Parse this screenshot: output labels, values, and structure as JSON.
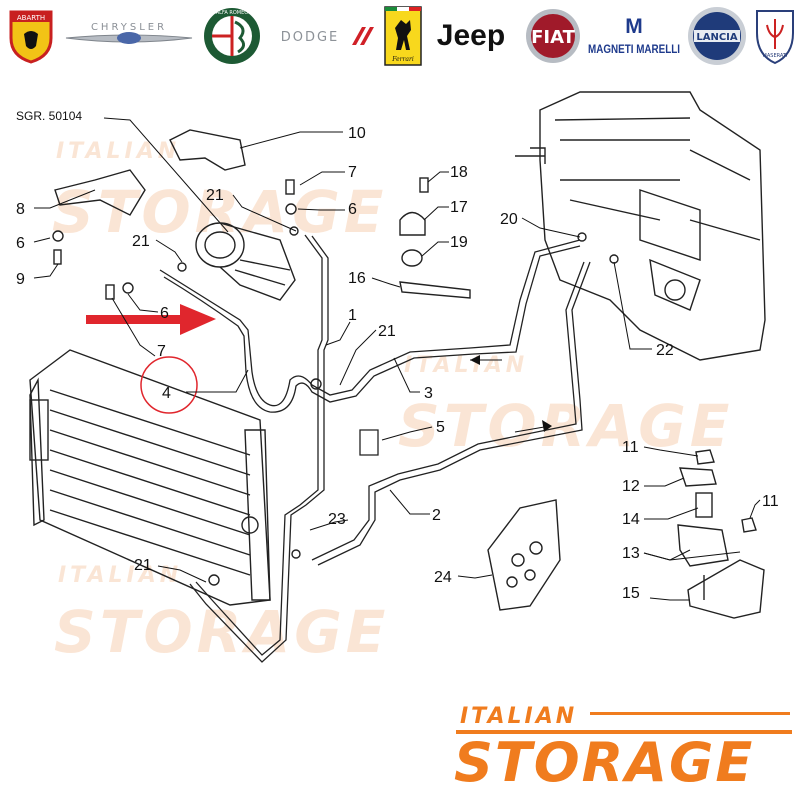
{
  "brands": [
    {
      "id": "abarth",
      "label": "ABARTH"
    },
    {
      "id": "chrysler",
      "label": "CHRYSLER"
    },
    {
      "id": "alfa-romeo",
      "label": "ALFA ROMEO"
    },
    {
      "id": "dodge",
      "label": "DODGE"
    },
    {
      "id": "ferrari",
      "label": "Ferrari"
    },
    {
      "id": "jeep",
      "label": "Jeep"
    },
    {
      "id": "fiat",
      "label": "FIAT"
    },
    {
      "id": "magneti-marelli",
      "label": "MAGNETI MARELLI"
    },
    {
      "id": "lancia",
      "label": "LANCIA"
    },
    {
      "id": "maserati",
      "label": "MASERATI"
    }
  ],
  "diagram": {
    "reference": "SGR. 50104",
    "callouts": [
      "10",
      "7",
      "6",
      "18",
      "17",
      "19",
      "8",
      "21",
      "6",
      "9",
      "21",
      "16",
      "20",
      "6",
      "1",
      "21",
      "22",
      "7",
      "4",
      "3",
      "5",
      "11",
      "12",
      "14",
      "11",
      "2",
      "23",
      "13",
      "21",
      "24",
      "15"
    ],
    "highlighted_part": "4"
  },
  "watermark": {
    "line1": "ITALIAN",
    "line2": "STORAGE"
  },
  "logo": {
    "line1": "ITALIAN",
    "line2": "STORAGE"
  },
  "colors": {
    "accent": "#f07c1e",
    "arrow": "#e0262d",
    "watermark": "#f6c7a3",
    "ink": "#222222"
  }
}
